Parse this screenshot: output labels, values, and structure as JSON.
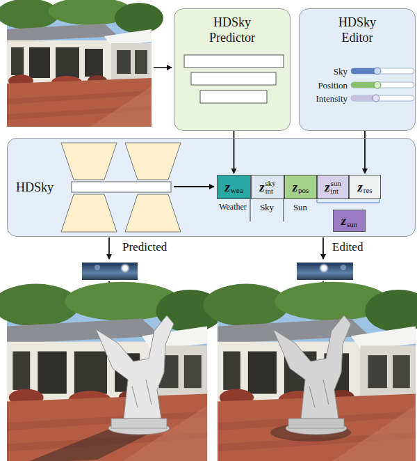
{
  "diagram": {
    "nodes": [
      {
        "text": [
          "HDSky Predictor"
        ]
      },
      {
        "text": [
          "HDSky Editor"
        ]
      },
      {
        "text": [
          "HDSky"
        ]
      },
      {
        "text": [
          "z",
          "wea"
        ],
        "in": 2
      },
      {
        "text": [
          "z",
          "int",
          "sky"
        ],
        "in": 2
      },
      {
        "text": [
          "z",
          "pos"
        ],
        "in": 2
      },
      {
        "text": [
          "z",
          "int",
          "sun"
        ],
        "in": 2
      },
      {
        "text": [
          "z",
          "res"
        ],
        "in": 2
      },
      {
        "text": [
          "z",
          "sun"
        ],
        "in": 2
      }
    ],
    "edges": [
      {
        "from": 0,
        "to": 3,
        "arrow": "to"
      },
      {
        "from": 1,
        "to": 7,
        "arrow": "to"
      }
    ],
    "labels": [
      "Sky",
      "Position",
      "Intensity",
      "Weather",
      "Sky",
      "Sun",
      "Predicted",
      "Edited"
    ]
  }
}
